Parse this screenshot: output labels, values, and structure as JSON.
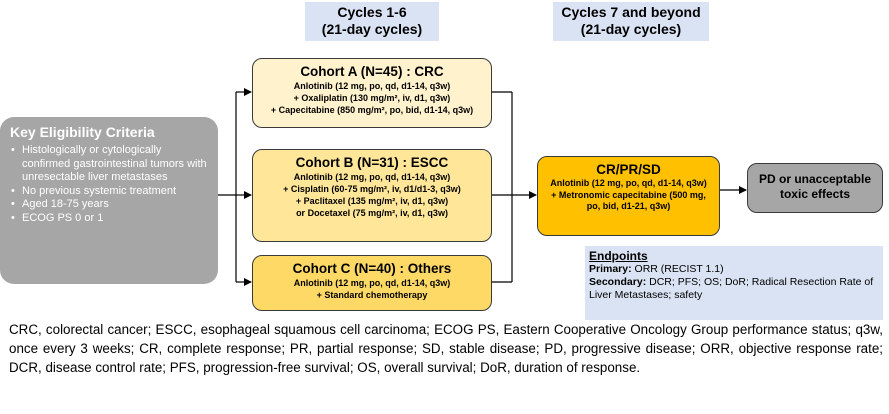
{
  "phases": {
    "cycles_1_6": [
      "Cycles 1-6",
      "(21-day cycles)"
    ],
    "cycles_7_beyond": [
      "Cycles 7 and beyond",
      "(21-day cycles)"
    ]
  },
  "eligibility": {
    "title": "Key Eligibility Criteria",
    "items": [
      "Histologically or cytologically confirmed gastrointestinal tumors with unresectable liver metastases",
      "No previous systemic treatment",
      "Aged 18-75 years",
      "ECOG PS 0 or 1"
    ]
  },
  "cohorts": [
    {
      "title": "Cohort A (N=45) : CRC",
      "lines": [
        "Anlotinib (12 mg, po, qd, d1-14, q3w)",
        "+ Oxaliplatin (130 mg/m², iv, d1, q3w)",
        "+ Capecitabine (850 mg/m², po, bid, d1-14, q3w)"
      ]
    },
    {
      "title": "Cohort B (N=31) : ESCC",
      "lines": [
        "Anlotinib (12 mg, po, qd, d1-14, q3w)",
        "+ Cisplatin (60-75 mg/m², iv, d1/d1-3, q3w)",
        "+ Paclitaxel (135 mg/m², iv, d1, q3w)",
        "or Docetaxel (75 mg/m², iv, d1, q3w)"
      ]
    },
    {
      "title": "Cohort C (N=40) : Others",
      "lines": [
        "Anlotinib (12 mg, po, qd, d1-14, q3w)",
        "+ Standard chemotherapy"
      ]
    }
  ],
  "response": {
    "title": "CR/PR/SD",
    "lines": [
      "Anlotinib (12 mg, po, qd, d1-14, q3w)",
      "+ Metronomic capecitabine (500 mg,",
      "po, bid, d1-21, q3w)"
    ]
  },
  "progression": [
    "PD or unacceptable",
    "toxic effects"
  ],
  "endpoints": {
    "title": "Endpoints",
    "primary_label": "Primary:",
    "primary_text": " ORR (RECIST 1.1)",
    "secondary_label": "Secondary:",
    "secondary_text": " DCR; PFS; OS; DoR; Radical Resection Rate of Liver Metastases; safety"
  },
  "footnote": "CRC, colorectal cancer; ESCC, esophageal squamous cell carcinoma; ECOG PS, Eastern Cooperative Oncology Group performance status; q3w, once every 3 weeks; CR, complete response; PR, partial response; SD, stable disease; PD, progressive disease; ORR, objective response rate; DCR, disease control rate; PFS, progression-free survival; OS, overall survival; DoR, duration of response.",
  "colors": {
    "phase_bg": "#dae3f3",
    "eligibility_bg": "#a6a6a6",
    "cohort_a_bg": "#fff2cc",
    "cohort_b_bg": "#ffe699",
    "cohort_c_bg": "#ffd966",
    "response_bg": "#ffc000",
    "progression_bg": "#a6a6a6"
  }
}
